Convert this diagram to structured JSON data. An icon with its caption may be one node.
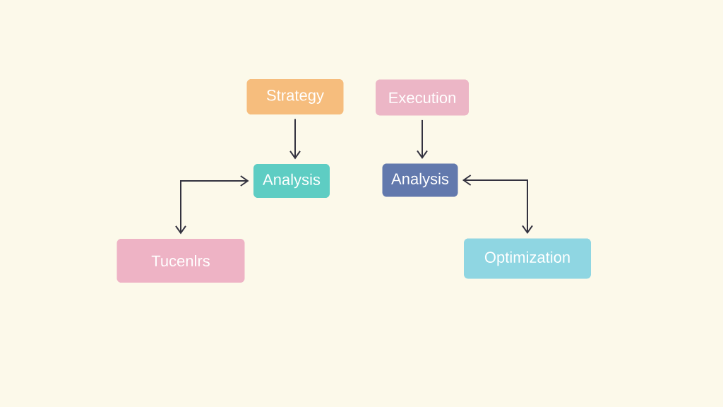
{
  "diagram": {
    "nodes": [
      {
        "text": [
          "Strategy"
        ]
      },
      {
        "text": [
          "Execution"
        ]
      },
      {
        "text": [
          "Analysis"
        ]
      },
      {
        "text": [
          "Analysis"
        ]
      },
      {
        "text": [
          "Tucenlrs"
        ]
      },
      {
        "text": [
          "Optimization"
        ]
      }
    ],
    "edges": [
      {
        "from": 0,
        "to": 2,
        "arrow": "to"
      },
      {
        "from": 1,
        "to": 3,
        "arrow": "to"
      },
      {
        "from": 2,
        "to": 4,
        "arrow": "both"
      },
      {
        "from": 3,
        "to": 5,
        "arrow": "both"
      }
    ]
  }
}
